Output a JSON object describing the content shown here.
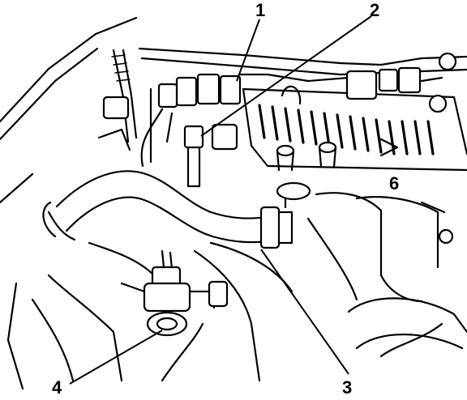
{
  "callouts": [
    {
      "id": "1",
      "label": "1"
    },
    {
      "id": "2",
      "label": "2"
    },
    {
      "id": "3",
      "label": "3"
    },
    {
      "id": "4",
      "label": "4"
    }
  ],
  "embossed_mark": "6",
  "colors": {
    "ink": "#000000",
    "paper": "#ffffff"
  }
}
